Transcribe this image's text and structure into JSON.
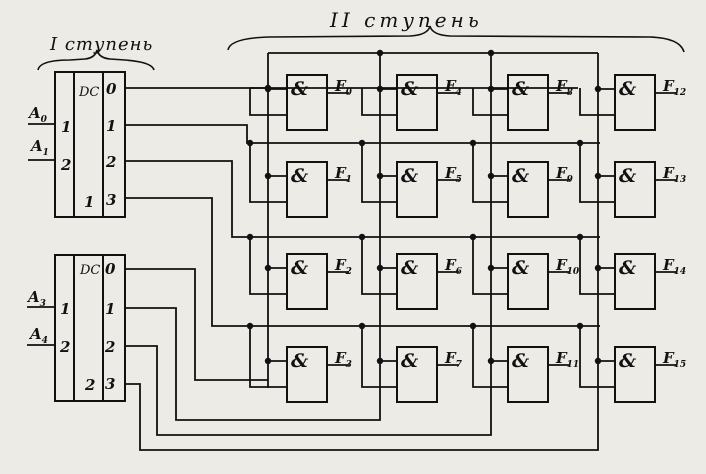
{
  "title": {
    "stage1": "I ступень",
    "stage2": "II ступень"
  },
  "decoder1": {
    "symbol": "DC",
    "inputs": [
      {
        "name": "A",
        "sub": "0",
        "pin": "1"
      },
      {
        "name": "A",
        "sub": "1",
        "pin": "2"
      }
    ],
    "weight_extra": "1",
    "outputs": [
      "0",
      "1",
      "2",
      "3"
    ]
  },
  "decoder2": {
    "symbol": "DC",
    "inputs": [
      {
        "name": "A",
        "sub": "3",
        "pin": "1"
      },
      {
        "name": "A",
        "sub": "4",
        "pin": "2"
      }
    ],
    "weight_extra": "2",
    "outputs": [
      "0",
      "1",
      "2",
      "3"
    ]
  },
  "gate_symbol": "&",
  "gate_outputs": [
    {
      "name": "F",
      "sub": "0"
    },
    {
      "name": "F",
      "sub": "1"
    },
    {
      "name": "F",
      "sub": "2"
    },
    {
      "name": "F",
      "sub": "3"
    },
    {
      "name": "F",
      "sub": "4"
    },
    {
      "name": "F",
      "sub": "5"
    },
    {
      "name": "F",
      "sub": "6"
    },
    {
      "name": "F",
      "sub": "7"
    },
    {
      "name": "F",
      "sub": "8"
    },
    {
      "name": "F",
      "sub": "9"
    },
    {
      "name": "F",
      "sub": "10"
    },
    {
      "name": "F",
      "sub": "11"
    },
    {
      "name": "F",
      "sub": "12"
    },
    {
      "name": "F",
      "sub": "13"
    },
    {
      "name": "F",
      "sub": "14"
    },
    {
      "name": "F",
      "sub": "15"
    }
  ],
  "colors": {
    "ink": "#111111",
    "paper": "#ecebe6"
  }
}
